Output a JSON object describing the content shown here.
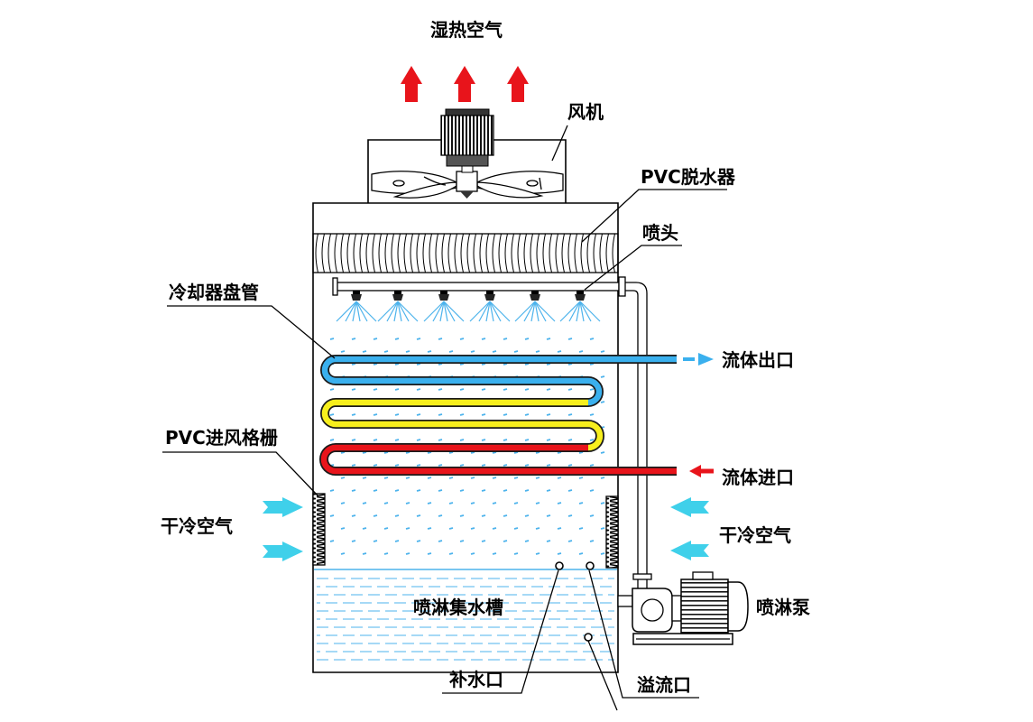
{
  "labels": {
    "humid_hot_air": "湿热空气",
    "fan": "风机",
    "pvc_eliminator": "PVC脱水器",
    "nozzle": "喷头",
    "cooler_coil": "冷却器盘管",
    "fluid_outlet": "流体出口",
    "pvc_inlet_louver": "PVC进风格栅",
    "fluid_inlet": "流体进口",
    "dry_cold_air_left": "干冷空气",
    "dry_cold_air_right": "干冷空气",
    "spray_basin": "喷淋集水槽",
    "spray_pump": "喷淋泵",
    "makeup_water": "补水口",
    "overflow": "溢流口"
  },
  "colors": {
    "hot_air_arrow": "#e8141b",
    "cold_air_arrow": "#3fd0ea",
    "pipe_cold": "#3ab0ee",
    "pipe_warm": "#f7ef1d",
    "pipe_hot": "#e8141b",
    "water": "#4db3ec"
  }
}
